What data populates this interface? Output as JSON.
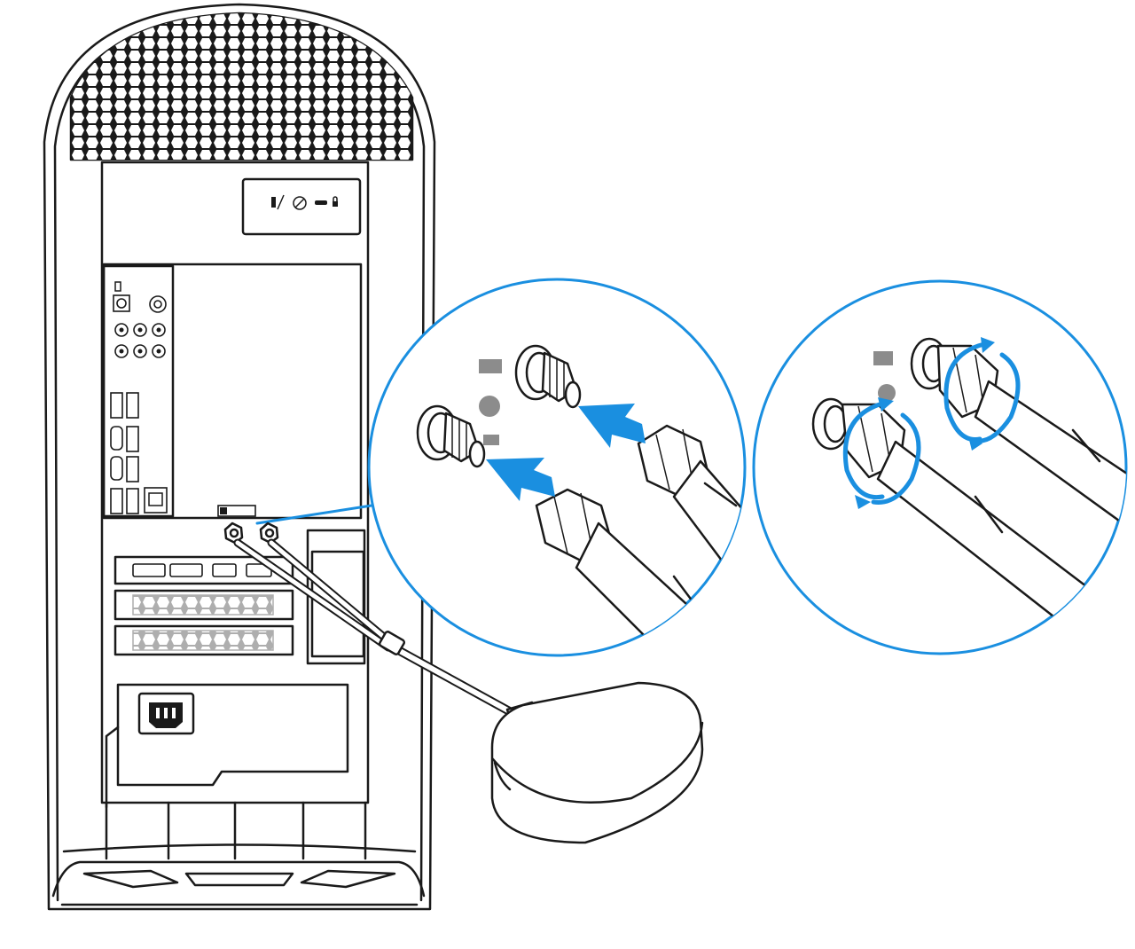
{
  "colors": {
    "line": "#1a1a1a",
    "accent_blue": "#1a8fe0",
    "background": "#ffffff",
    "label_grey": "#8c8c8c"
  },
  "icons": {
    "security_slot": "security-lock-icon",
    "cable_lock": "padlock-icon",
    "audio_spdif": "spdif-optical-port",
    "network": "ethernet-port",
    "power": "ac-power-inlet"
  }
}
